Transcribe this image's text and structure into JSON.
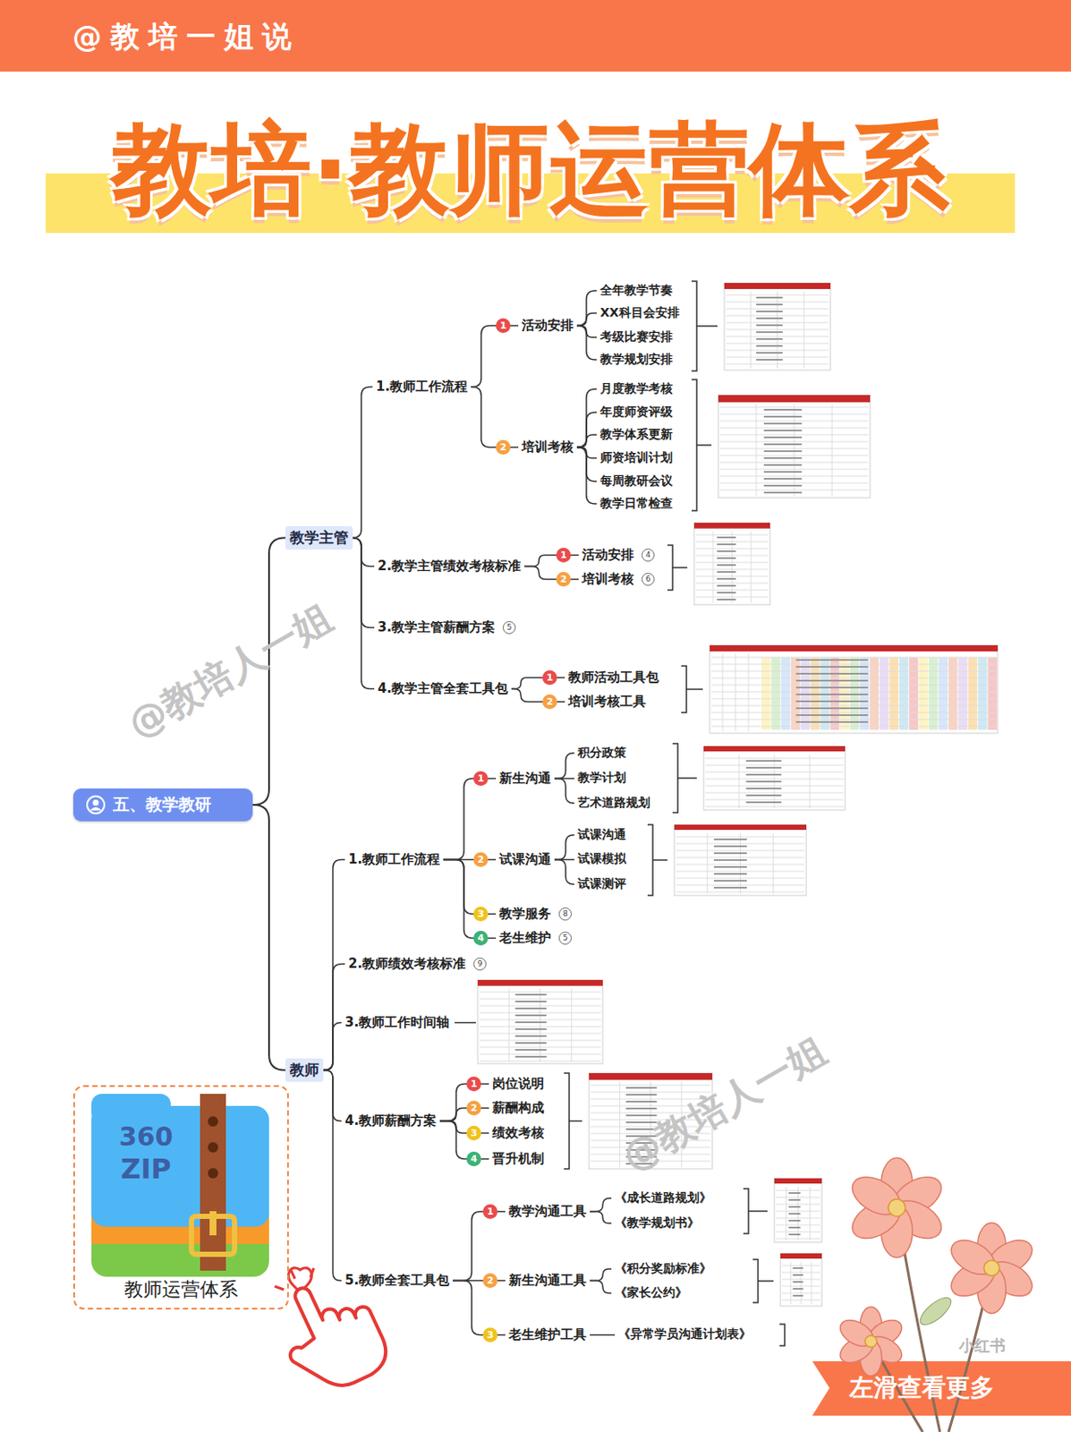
{
  "diagram": {
    "title": "教培·教师运营体系",
    "nodes": [
      {
        "text": [
          "五、教学教研"
        ]
      },
      {
        "text": [
          "教学主管"
        ]
      },
      {
        "text": [
          "1.教师工作流程"
        ]
      },
      {
        "text": [
          "活动安排"
        ]
      },
      {
        "text": [
          "全年教学节奏"
        ]
      },
      {
        "text": [
          "XX科目会安排"
        ]
      },
      {
        "text": [
          "考级比赛安排"
        ]
      },
      {
        "text": [
          "教学规划安排"
        ]
      },
      {
        "text": [
          "培训考核"
        ]
      },
      {
        "text": [
          "月度教学考核"
        ]
      },
      {
        "text": [
          "年度师资评级"
        ]
      },
      {
        "text": [
          "教学体系更新"
        ]
      },
      {
        "text": [
          "师资培训计划"
        ]
      },
      {
        "text": [
          "每周教研会议"
        ]
      },
      {
        "text": [
          "教学日常检查"
        ]
      },
      {
        "text": [
          "2.教学主管绩效考核标准"
        ]
      },
      {
        "text": [
          "活动安排"
        ]
      },
      {
        "text": [
          "培训考核"
        ]
      },
      {
        "text": [
          "3.教学主管薪酬方案"
        ]
      },
      {
        "text": [
          "4.教学主管全套工具包"
        ]
      },
      {
        "text": [
          "教师活动工具包"
        ]
      },
      {
        "text": [
          "培训考核工具"
        ]
      },
      {
        "text": [
          "教师"
        ]
      },
      {
        "text": [
          "1.教师工作流程"
        ]
      },
      {
        "text": [
          "新生沟通"
        ]
      },
      {
        "text": [
          "积分政策"
        ]
      },
      {
        "text": [
          "教学计划"
        ]
      },
      {
        "text": [
          "艺术道路规划"
        ]
      },
      {
        "text": [
          "试课沟通"
        ]
      },
      {
        "text": [
          "试课沟通"
        ]
      },
      {
        "text": [
          "试课模拟"
        ]
      },
      {
        "text": [
          "试课测评"
        ]
      },
      {
        "text": [
          "教学服务"
        ]
      },
      {
        "text": [
          "老生维护"
        ]
      },
      {
        "text": [
          "2.教师绩效考核标准"
        ]
      },
      {
        "text": [
          "3.教师工作时间轴"
        ]
      },
      {
        "text": [
          "4.教师薪酬方案"
        ]
      },
      {
        "text": [
          "岗位说明"
        ]
      },
      {
        "text": [
          "薪酬构成"
        ]
      },
      {
        "text": [
          "绩效考核"
        ]
      },
      {
        "text": [
          "晋升机制"
        ]
      },
      {
        "text": [
          "5.教师全套工具包"
        ]
      },
      {
        "text": [
          "教学沟通工具"
        ]
      },
      {
        "text": [
          "《成长道路规划》"
        ]
      },
      {
        "text": [
          "《教学规划书》"
        ]
      },
      {
        "text": [
          "新生沟通工具"
        ]
      },
      {
        "text": [
          "《积分奖励标准》"
        ]
      },
      {
        "text": [
          "《家长公约》"
        ]
      },
      {
        "text": [
          "老生维护工具"
        ]
      },
      {
        "text": [
          "《异常学员沟通计划表》"
        ]
      },
      {
        "text": [
          "教师运营体系"
        ]
      }
    ],
    "edges": [
      {
        "from": 0,
        "to": 1,
        "arrow": "none"
      },
      {
        "from": 0,
        "to": 22,
        "arrow": "none"
      },
      {
        "from": 1,
        "to": 2,
        "arrow": "none"
      },
      {
        "from": 1,
        "to": 15,
        "arrow": "none"
      },
      {
        "from": 1,
        "to": 18,
        "arrow": "none"
      },
      {
        "from": 1,
        "to": 19,
        "arrow": "none"
      },
      {
        "from": 2,
        "to": 3,
        "arrow": "none"
      },
      {
        "from": 2,
        "to": 8,
        "arrow": "none"
      },
      {
        "from": 3,
        "to": 4,
        "arrow": "none"
      },
      {
        "from": 3,
        "to": 5,
        "arrow": "none"
      },
      {
        "from": 3,
        "to": 6,
        "arrow": "none"
      },
      {
        "from": 3,
        "to": 7,
        "arrow": "none"
      },
      {
        "from": 8,
        "to": 9,
        "arrow": "none"
      },
      {
        "from": 8,
        "to": 10,
        "arrow": "none"
      },
      {
        "from": 8,
        "to": 11,
        "arrow": "none"
      },
      {
        "from": 8,
        "to": 12,
        "arrow": "none"
      },
      {
        "from": 8,
        "to": 13,
        "arrow": "none"
      },
      {
        "from": 8,
        "to": 14,
        "arrow": "none"
      },
      {
        "from": 15,
        "to": 16,
        "arrow": "none"
      },
      {
        "from": 15,
        "to": 17,
        "arrow": "none"
      },
      {
        "from": 19,
        "to": 20,
        "arrow": "none"
      },
      {
        "from": 19,
        "to": 21,
        "arrow": "none"
      },
      {
        "from": 22,
        "to": 23,
        "arrow": "none"
      },
      {
        "from": 22,
        "to": 34,
        "arrow": "none"
      },
      {
        "from": 22,
        "to": 35,
        "arrow": "none"
      },
      {
        "from": 22,
        "to": 36,
        "arrow": "none"
      },
      {
        "from": 22,
        "to": 41,
        "arrow": "none"
      },
      {
        "from": 23,
        "to": 24,
        "arrow": "none"
      },
      {
        "from": 23,
        "to": 28,
        "arrow": "none"
      },
      {
        "from": 23,
        "to": 32,
        "arrow": "none"
      },
      {
        "from": 23,
        "to": 33,
        "arrow": "none"
      },
      {
        "from": 24,
        "to": 25,
        "arrow": "none"
      },
      {
        "from": 24,
        "to": 26,
        "arrow": "none"
      },
      {
        "from": 24,
        "to": 27,
        "arrow": "none"
      },
      {
        "from": 28,
        "to": 29,
        "arrow": "none"
      },
      {
        "from": 28,
        "to": 30,
        "arrow": "none"
      },
      {
        "from": 28,
        "to": 31,
        "arrow": "none"
      },
      {
        "from": 36,
        "to": 37,
        "arrow": "none"
      },
      {
        "from": 36,
        "to": 38,
        "arrow": "none"
      },
      {
        "from": 36,
        "to": 39,
        "arrow": "none"
      },
      {
        "from": 36,
        "to": 40,
        "arrow": "none"
      },
      {
        "from": 41,
        "to": 42,
        "arrow": "none"
      },
      {
        "from": 41,
        "to": 45,
        "arrow": "none"
      },
      {
        "from": 41,
        "to": 48,
        "arrow": "none"
      },
      {
        "from": 42,
        "to": 43,
        "arrow": "none"
      },
      {
        "from": 42,
        "to": 44,
        "arrow": "none"
      },
      {
        "from": 45,
        "to": 46,
        "arrow": "none"
      },
      {
        "from": 45,
        "to": 47,
        "arrow": "none"
      },
      {
        "from": 48,
        "to": 49,
        "arrow": "none"
      }
    ],
    "labels": [
      "@教培一姐说",
      "1",
      "2",
      "1",
      "4",
      "2",
      "6",
      "5",
      "1",
      "2",
      "1",
      "2",
      "3",
      "8",
      "4",
      "5",
      "9",
      "1",
      "2",
      "3",
      "4",
      "1",
      "2",
      "3",
      "360",
      "ZIP",
      "@教培人一姐",
      "@教培人一姐",
      "小红书",
      "左滑查看更多"
    ]
  }
}
